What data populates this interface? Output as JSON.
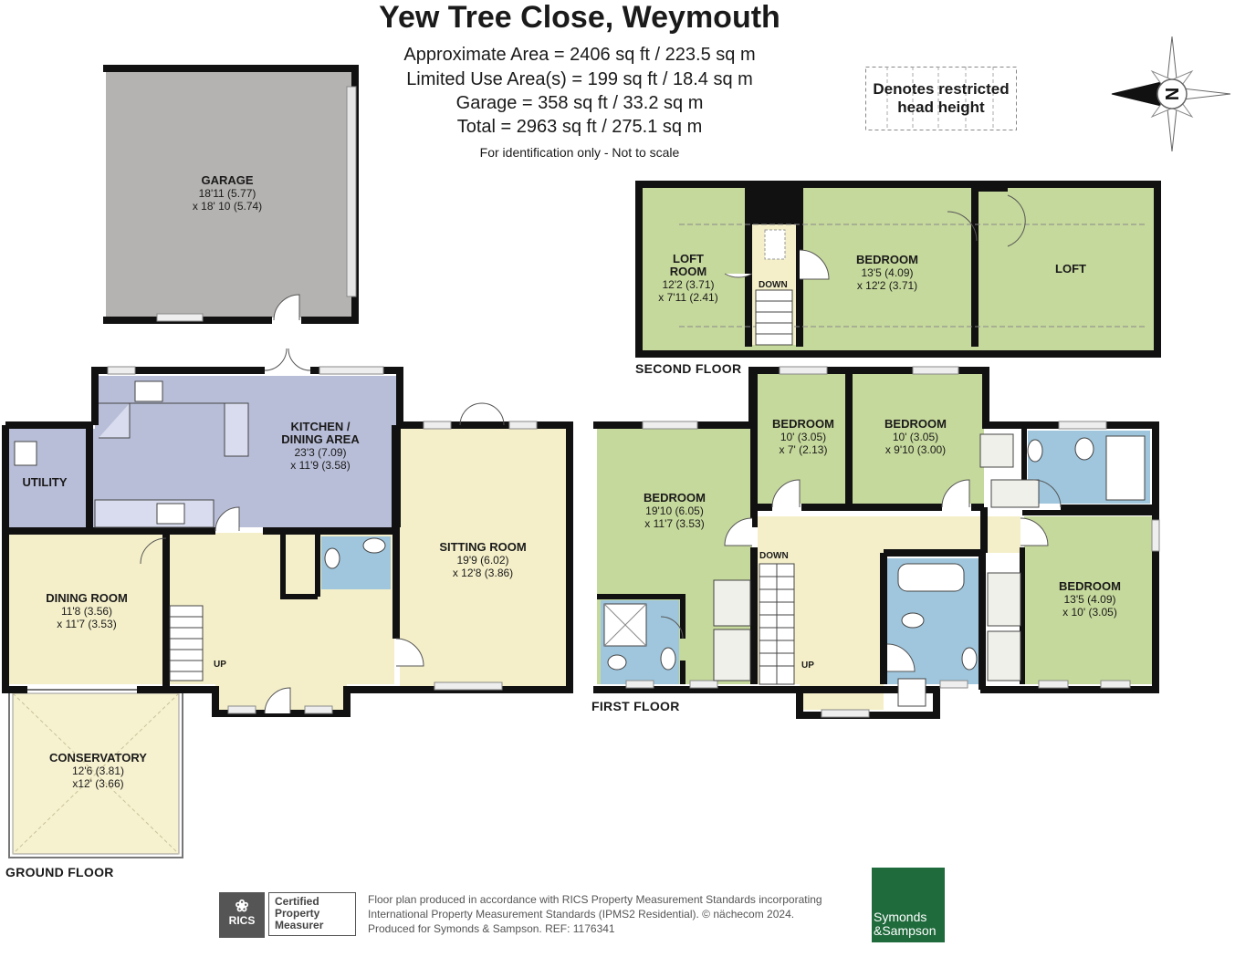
{
  "title": "Yew Tree Close, Weymouth",
  "areas": {
    "approx": "Approximate Area = 2406 sq ft / 223.5 sq m",
    "limited": "Limited Use Area(s) = 199 sq ft / 18.4 sq m",
    "garage": "Garage = 358 sq ft / 33.2 sq m",
    "total": "Total = 2963 sq ft / 275.1 sq m"
  },
  "note": "For identification only - Not to scale",
  "restricted_legend": {
    "line1": "Denotes restricted",
    "line2": "head height"
  },
  "compass": {
    "label": "N"
  },
  "floors": {
    "ground": "GROUND FLOOR",
    "first": "FIRST FLOOR",
    "second": "SECOND FLOOR"
  },
  "rooms": {
    "garage": {
      "name": "GARAGE",
      "dim1": "18'11 (5.77)",
      "dim2": "x 18' 10 (5.74)"
    },
    "kitchen": {
      "name1": "KITCHEN /",
      "name2": "DINING AREA",
      "dim1": "23'3 (7.09)",
      "dim2": "x 11'9 (3.58)"
    },
    "utility": {
      "name": "UTILITY"
    },
    "sitting": {
      "name": "SITTING ROOM",
      "dim1": "19'9 (6.02)",
      "dim2": "x 12'8 (3.86)"
    },
    "dining": {
      "name": "DINING ROOM",
      "dim1": "11'8 (3.56)",
      "dim2": "x 11'7 (3.53)"
    },
    "conservatory": {
      "name": "CONSERVATORY",
      "dim1": "12'6 (3.81)",
      "dim2": "x12' (3.66)"
    },
    "loft_room": {
      "name1": "LOFT",
      "name2": "ROOM",
      "dim1": "12'2 (3.71)",
      "dim2": "x 7'11 (2.41)"
    },
    "bedroom_second": {
      "name": "BEDROOM",
      "dim1": "13'5 (4.09)",
      "dim2": "x 12'2 (3.71)"
    },
    "loft": {
      "name": "LOFT"
    },
    "bedroom_large": {
      "name": "BEDROOM",
      "dim1": "19'10 (6.05)",
      "dim2": "x 11'7 (3.53)"
    },
    "bedroom_small": {
      "name": "BEDROOM",
      "dim1": "10' (3.05)",
      "dim2": "x 7' (2.13)"
    },
    "bedroom_mid": {
      "name": "BEDROOM",
      "dim1": "10' (3.05)",
      "dim2": "x 9'10 (3.00)"
    },
    "bedroom_right": {
      "name": "BEDROOM",
      "dim1": "13'5 (4.09)",
      "dim2": "x 10' (3.05)"
    }
  },
  "stairs": {
    "up": "UP",
    "down": "DOWN"
  },
  "footer": {
    "line1": "Floor plan produced in accordance with RICS Property Measurement Standards incorporating",
    "line2": "International Property Measurement Standards (IPMS2 Residential).  © nächecom 2024.",
    "line3": "Produced for Symonds & Sampson.    REF:  1176341"
  },
  "rics": {
    "badge": "RICS",
    "line1": "Certified",
    "line2": "Property",
    "line3": "Measurer"
  },
  "brand": {
    "line1": "Symonds",
    "line2": "&Sampson"
  },
  "colors": {
    "wall": "#111111",
    "garage_fill": "#b5b3b1",
    "kitchen_fill": "#b9bed8",
    "living_fill": "#f4efc9",
    "bedroom_fill": "#c6d99c",
    "bathroom_fill": "#9fc6dd",
    "brand": "#1f6b3c"
  }
}
